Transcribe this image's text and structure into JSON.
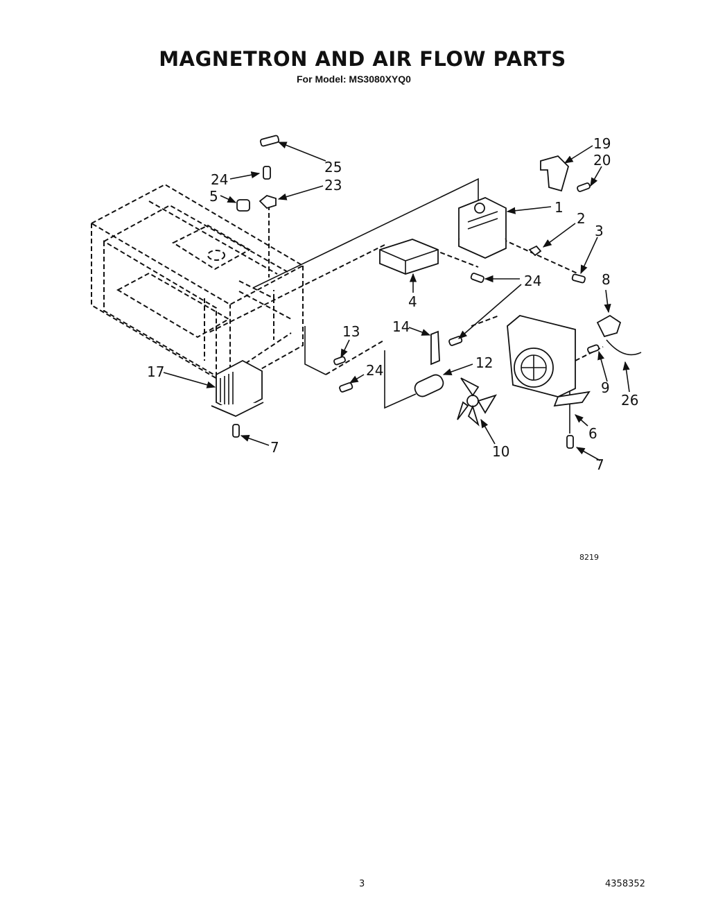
{
  "header": {
    "title": "MAGNETRON AND AIR FLOW PARTS",
    "subtitle": "For Model: MS3080XYQ0"
  },
  "callouts": {
    "c25": "25",
    "c24a": "24",
    "c23": "23",
    "c5": "5",
    "c19": "19",
    "c20": "20",
    "c1": "1",
    "c2": "2",
    "c3": "3",
    "c24b": "24",
    "c4": "4",
    "c8": "8",
    "c13": "13",
    "c14": "14",
    "c12": "12",
    "c24c": "24",
    "c17": "17",
    "c9": "9",
    "c26": "26",
    "c6": "6",
    "c7a": "7",
    "c10": "10",
    "c7b": "7"
  },
  "footer": {
    "ref_code": "8219",
    "page_number": "3",
    "document_number": "4358352"
  }
}
